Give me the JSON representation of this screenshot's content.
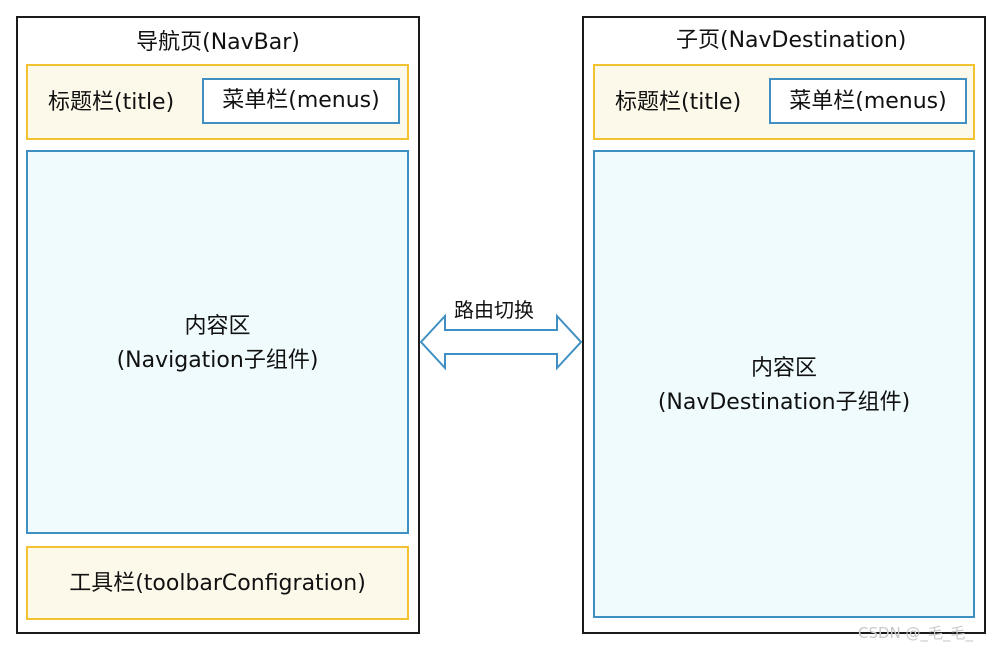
{
  "left_page": {
    "heading": "导航页(NavBar)",
    "title_label": "标题栏(title)",
    "menu_label": "菜单栏(menus)",
    "content_line1": "内容区",
    "content_line2": "(Navigation子组件)",
    "toolbar_label": "工具栏(toolbarConfigration)"
  },
  "right_page": {
    "heading": "子页(NavDestination)",
    "title_label": "标题栏(title)",
    "menu_label": "菜单栏(menus)",
    "content_line1": "内容区",
    "content_line2": "(NavDestination子组件)"
  },
  "arrow": {
    "label": "路由切换"
  },
  "watermark": "CSDN @_毛_毛_"
}
